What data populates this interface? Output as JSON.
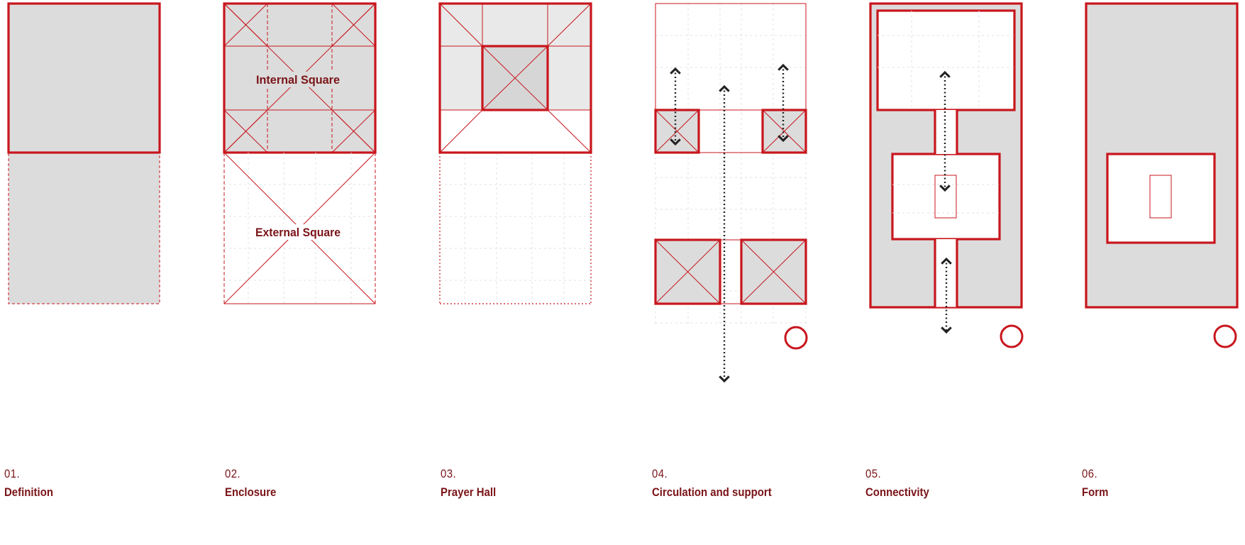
{
  "colors": {
    "accent": "#c8161d",
    "text": "#7a1418",
    "fill": "#dcdcdc",
    "fill_light": "#e9e9e9",
    "grid": "#d2d2d2",
    "arrow": "#222222"
  },
  "labels": {
    "internal_square": "Internal Square",
    "external_square": "External Square"
  },
  "steps": [
    {
      "number": "01.",
      "title": "Definition"
    },
    {
      "number": "02.",
      "title": "Enclosure"
    },
    {
      "number": "03.",
      "title": "Prayer Hall"
    },
    {
      "number": "04.",
      "title": "Circulation and support"
    },
    {
      "number": "05.",
      "title": "Connectivity"
    },
    {
      "number": "06.",
      "title": "Form"
    }
  ]
}
